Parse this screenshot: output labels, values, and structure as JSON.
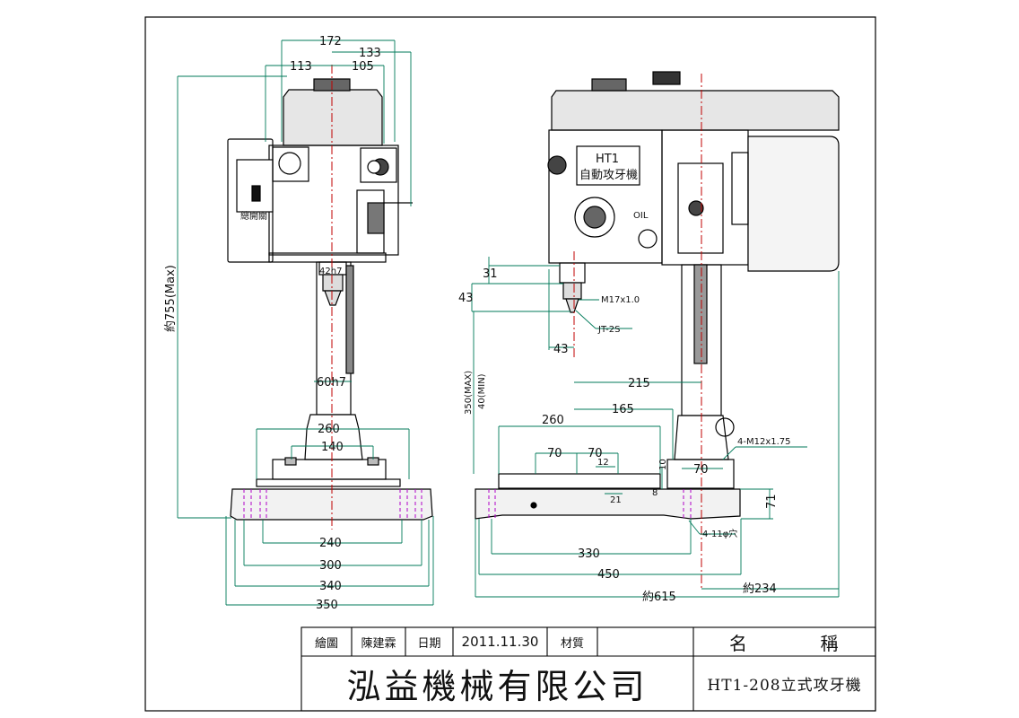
{
  "front_view": {
    "dims": {
      "w172": "172",
      "w133": "133",
      "w113": "113",
      "w105": "105",
      "h755": "約755(Max)",
      "spindle": "42h7",
      "column": "60h7",
      "b260": "260",
      "b140": "140",
      "b240": "240",
      "b300": "300",
      "b340": "340",
      "b350": "350"
    },
    "panel_label": "總開關"
  },
  "side_view": {
    "nameplate": {
      "line1": "HT1",
      "line2": "自動攻牙機"
    },
    "oil_label": "OIL",
    "dims": {
      "d31": "31",
      "d43v": "43",
      "d43h": "43",
      "m17": "M17x1.0",
      "jt2s": "JT-2S",
      "stroke_max": "350(MAX)",
      "stroke_min": "40(MIN)",
      "d215": "215",
      "d260": "260",
      "d165": "165",
      "d70a": "70",
      "d70b": "70",
      "d12": "12",
      "d10": "10",
      "d21": "21",
      "d8": "8",
      "d70c": "70",
      "m12": "4-M12x1.75",
      "d71": "71",
      "d330": "330",
      "d450": "450",
      "hole": "4-11φ穴",
      "d615": "約615",
      "d234": "約234"
    }
  },
  "title_block": {
    "drawn_label": "繪圖",
    "drawn_by": "陳建霖",
    "date_label": "日期",
    "date": "2011.11.30",
    "material_label": "材質",
    "name_label_1": "名",
    "name_label_2": "稱",
    "company": "泓益機械有限公司",
    "product": "HT1-208立式攻牙機"
  }
}
